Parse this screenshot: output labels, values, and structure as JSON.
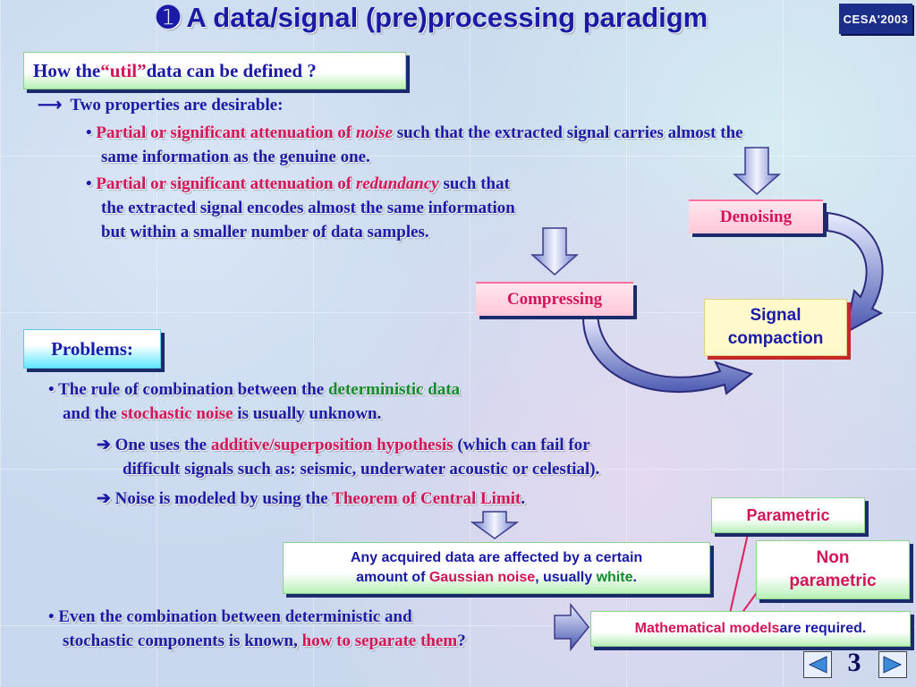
{
  "title": "➊ A data/signal (pre)processing paradigm",
  "logo_text": "CESA'2003",
  "section1": {
    "heading_pre": "How the ",
    "heading_util": "“util”",
    "heading_post": " data can be defined ?",
    "arrow_glyph": "⟶",
    "intro": "Two properties are desirable:",
    "bullet_glyph": "•",
    "b1_red": "Partial or significant attenuation of ",
    "b1_italic": "noise",
    "b1_rest": " such that the extracted signal carries almost the",
    "b1_line2": "same information as the genuine one.",
    "b2_red": "Partial or significant attenuation of ",
    "b2_italic": "redundancy",
    "b2_rest": " such that",
    "b2_line2": "the extracted signal encodes almost the same information",
    "b2_line3": "but within a smaller number of data samples."
  },
  "diagram": {
    "denoising": "Denoising",
    "compressing": "Compressing",
    "signal_line1": "Signal",
    "signal_line2": "compaction"
  },
  "section2": {
    "heading": "Problems:",
    "p1_a": "The rule of combination between the ",
    "p1_b": "deterministic data",
    "p1_c": "and the ",
    "p1_d": "stochastic noise",
    "p1_e": "  is usually unknown.",
    "arrow_glyph": "➔",
    "s1_a": "One uses the ",
    "s1_b": "additive/superposition hypothesis",
    "s1_c": " (which can fail for",
    "s1_line2": "difficult signals such as: seismic, underwater acoustic or celestial).",
    "s2_a": "Noise is modeled by using the ",
    "s2_b": "Theorem of Central Limit",
    "s2_c": ".",
    "gauss_a": "Any acquired data are affected by a certain",
    "gauss_b": "amount of ",
    "gauss_c": "Gaussian noise",
    "gauss_d": ", usually ",
    "gauss_e": "white",
    "gauss_f": ".",
    "parametric": "Parametric",
    "non_line1": "Non",
    "non_line2": "parametric",
    "p2_a": "Even the combination between deterministic and",
    "p2_b": "stochastic components is known, ",
    "p2_c": "how to separate them",
    "p2_d": "?",
    "math_a": "Mathematical models",
    "math_b": " are required."
  },
  "footer": {
    "page_number": "3"
  }
}
